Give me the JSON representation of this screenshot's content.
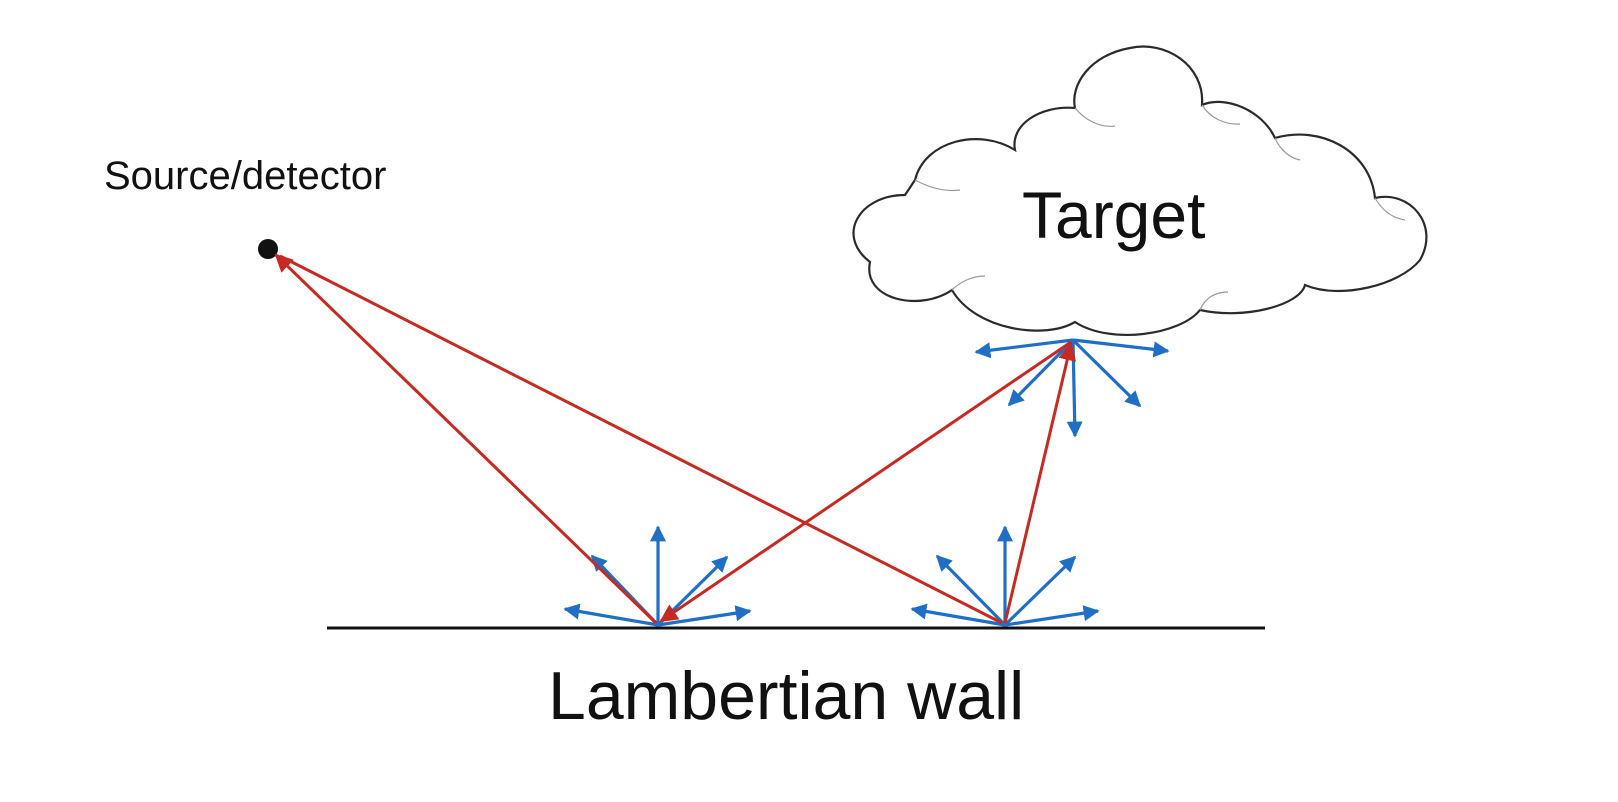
{
  "labels": {
    "source": "Source/detector",
    "target": "Target",
    "wall": "Lambertian wall"
  },
  "colors": {
    "light_path": "#c62a22",
    "scatter": "#1f6fc6",
    "wall": "#111111",
    "cloud_fill": "#ffffff",
    "cloud_outline": "#2b2b2b"
  }
}
